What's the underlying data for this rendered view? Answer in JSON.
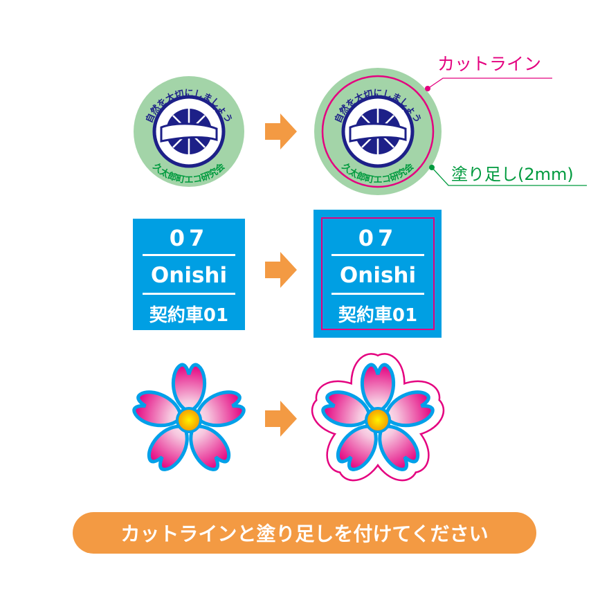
{
  "logo": {
    "top_text": "自然を大切にしましょう",
    "bottom_text": "久太郎町エコ研究会"
  },
  "annotations": {
    "cut_line": "カットライン",
    "bleed": "塗り足し(2mm)"
  },
  "plate": {
    "number": "07",
    "name": "Onishi",
    "contract": "契約車01"
  },
  "banner": {
    "text": "カットラインと塗り足しを付けてください"
  },
  "colors": {
    "cut_line": "#e4007f",
    "bleed_green": "#a3d4a8",
    "label_green": "#009a3e",
    "navy": "#1d2088",
    "plate_blue": "#009fe3",
    "arrow_orange": "#f39a43"
  }
}
